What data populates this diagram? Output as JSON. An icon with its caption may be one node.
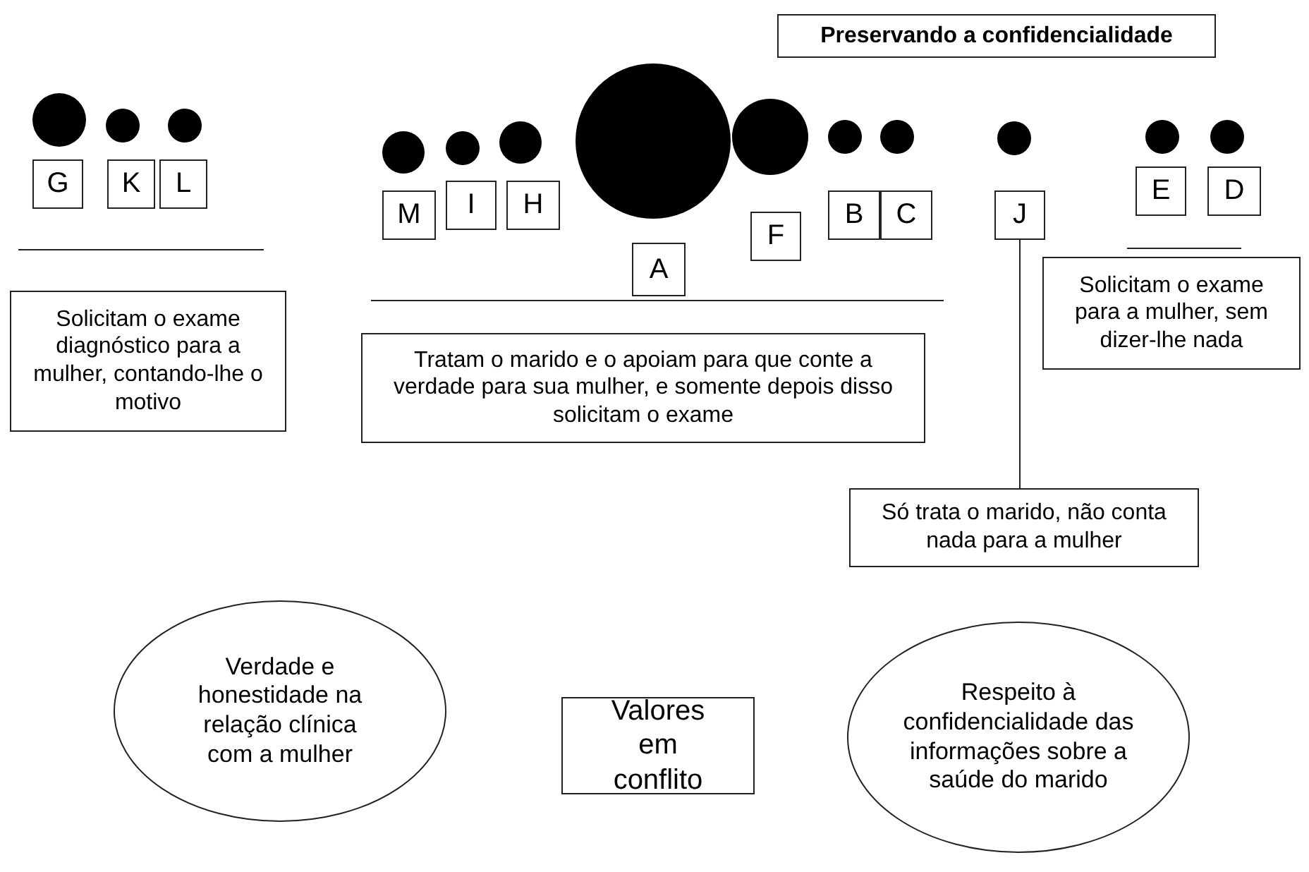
{
  "diagram": {
    "nodes": [
      {
        "text": [
          "Preservando a confidencialidade"
        ]
      },
      {
        "text": [
          "G"
        ]
      },
      {
        "text": [
          "K"
        ]
      },
      {
        "text": [
          "L"
        ]
      },
      {
        "text": [
          "M"
        ]
      },
      {
        "text": [
          "I"
        ]
      },
      {
        "text": [
          "H"
        ]
      },
      {
        "text": [
          "A"
        ]
      },
      {
        "text": [
          "F"
        ]
      },
      {
        "text": [
          "B"
        ]
      },
      {
        "text": [
          "C"
        ]
      },
      {
        "text": [
          "J"
        ]
      },
      {
        "text": [
          "E"
        ]
      },
      {
        "text": [
          "D"
        ]
      },
      {
        "text": [
          "Solicitam o exame diagnóstico para a mulher, contando-lhe o motivo"
        ]
      },
      {
        "text": [
          "Tratam o marido e o apoiam para  que conte a verdade para sua mulher, e somente depois disso solicitam o exame"
        ]
      },
      {
        "text": [
          "Solicitam o exame para a mulher, sem dizer-lhe  nada"
        ]
      },
      {
        "text": [
          "Só trata o marido, não conta nada para a mulher"
        ]
      },
      {
        "text": [
          "Verdade e honestidade na relação clínica com a mulher"
        ]
      },
      {
        "text": [
          "Valores em conflito"
        ]
      },
      {
        "text": [
          "Respeito à confidencialidade das informações sobre a saúde do marido"
        ]
      }
    ],
    "edges": [
      {
        "from": 11,
        "to": 17,
        "arrow": "none"
      }
    ]
  }
}
